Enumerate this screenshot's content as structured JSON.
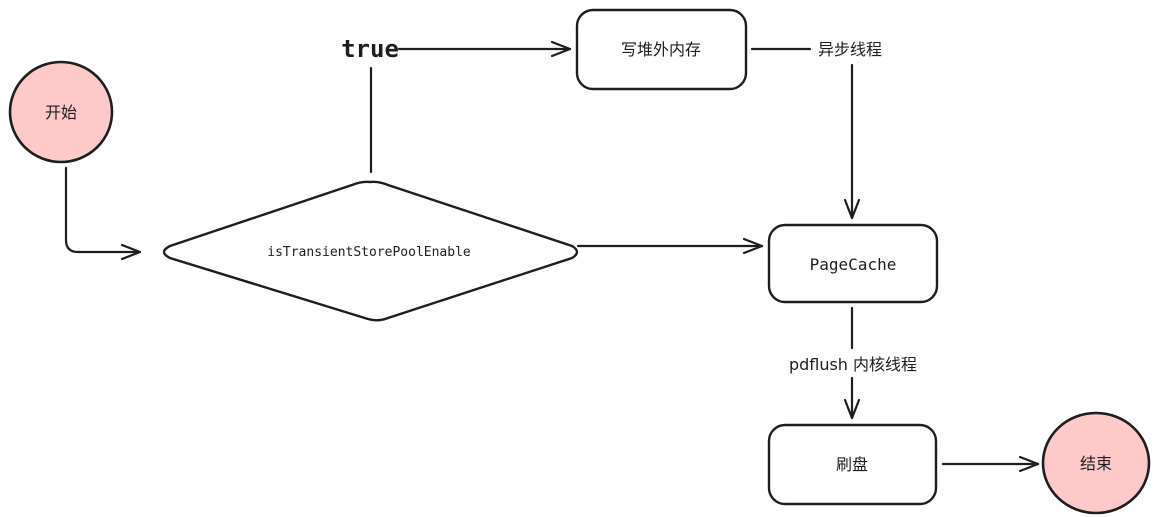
{
  "diagram": {
    "type": "flowchart",
    "colors": {
      "stroke": "#1e1e1e",
      "terminal_fill": "#ffc9c9",
      "process_fill": "#ffffff",
      "background": "#ffffff"
    },
    "nodes": {
      "start": {
        "label": "开始",
        "shape": "circle"
      },
      "decision": {
        "label": "isTransientStorePoolEnable",
        "shape": "diamond"
      },
      "write_offheap": {
        "label": "写堆外内存",
        "shape": "rounded-rect"
      },
      "pagecache": {
        "label": "PageCache",
        "shape": "rounded-rect"
      },
      "flush": {
        "label": "刷盘",
        "shape": "rounded-rect"
      },
      "end": {
        "label": "结束",
        "shape": "circle"
      }
    },
    "edges": {
      "true_label": "true",
      "async_thread_label": "异步线程",
      "pdflush_label": "pdflush 内核线程"
    }
  }
}
